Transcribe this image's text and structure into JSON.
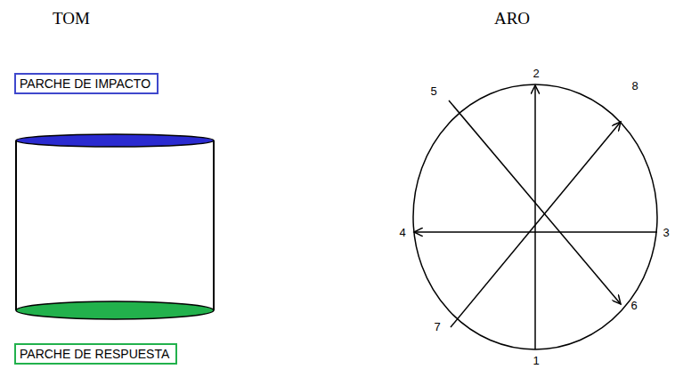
{
  "diagram": {
    "nodes": [
      {
        "text": [
          "PARCHE DE IMPACTO"
        ]
      },
      {
        "text": [
          "PARCHE DE RESPUESTA"
        ]
      }
    ],
    "labels": [
      "TOM",
      "ARO",
      "2",
      "5",
      "8",
      "4",
      "3",
      "7",
      "6",
      "1"
    ]
  }
}
